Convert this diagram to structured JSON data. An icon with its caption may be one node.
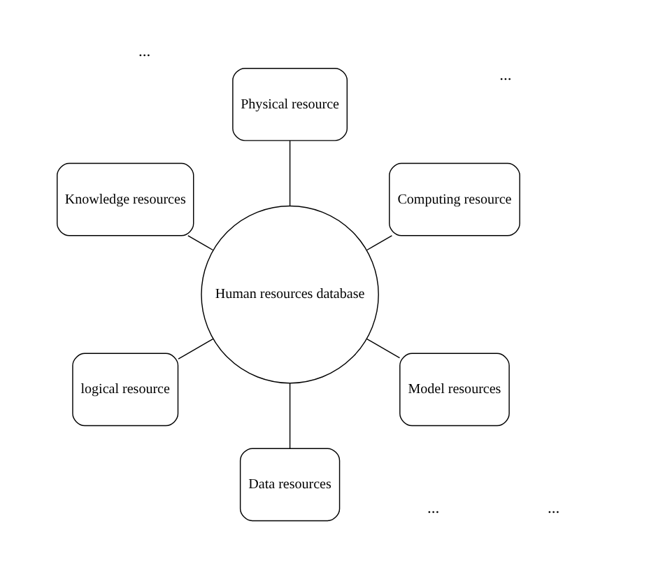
{
  "diagram": {
    "nodes": [
      {
        "text": [
          "Computing resource"
        ]
      },
      {
        "text": [
          "Physical resource"
        ]
      },
      {
        "text": [
          "Knowledge resources"
        ]
      },
      {
        "text": [
          "Human resources database"
        ]
      },
      {
        "text": [
          "logical resource"
        ]
      },
      {
        "text": [
          "Data resources"
        ]
      },
      {
        "text": [
          "Model resources"
        ]
      }
    ],
    "edges": [
      {
        "from": 3,
        "to": 0,
        "arrow": "none"
      },
      {
        "from": 3,
        "to": 1,
        "arrow": "none"
      },
      {
        "from": 3,
        "to": 2,
        "arrow": "none"
      },
      {
        "from": 3,
        "to": 4,
        "arrow": "none"
      },
      {
        "from": 3,
        "to": 5,
        "arrow": "none"
      },
      {
        "from": 3,
        "to": 6,
        "arrow": "none"
      }
    ],
    "labels": [
      "...",
      "...",
      "...",
      "..."
    ]
  }
}
